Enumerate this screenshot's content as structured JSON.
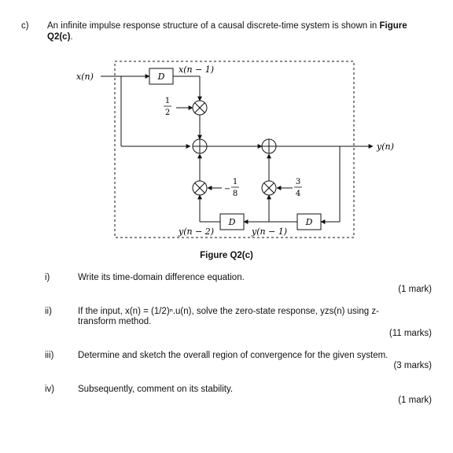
{
  "question": {
    "label": "c)",
    "text_line1_prefix": "An infinite impulse response structure of a causal discrete-time system is shown in ",
    "text_line1_bold": "Figure",
    "text_line2_bold": "Q2(c)",
    "text_line2_suffix": "."
  },
  "figure": {
    "caption": "Figure Q2(c)",
    "input_label": "x(n)",
    "output_label": "y(n)",
    "delay_label": "D",
    "x_delayed_label": "x(n − 1)",
    "y_delay1_label": "y(n − 1)",
    "y_delay2_label": "y(n − 2)",
    "coef_b1_num": "1",
    "coef_b1_den": "2",
    "coef_a2_sign": "−",
    "coef_a2_num": "1",
    "coef_a2_den": "8",
    "coef_a1_num": "3",
    "coef_a1_den": "4"
  },
  "parts": [
    {
      "label": "i)",
      "line1": "Write its time-domain difference equation.",
      "line2": "",
      "marks": "(1 mark)"
    },
    {
      "label": "ii)",
      "line1": "If the input, x(n) = (1/2)ⁿ.u(n), solve the zero-state response, yzs(n) using z-",
      "line2": "transform method.",
      "marks": "(11 marks)"
    },
    {
      "label": "iii)",
      "line1": "Determine and sketch the overall region of convergence for the given system.",
      "line2": "",
      "marks": "(3 marks)"
    },
    {
      "label": "iv)",
      "line1": "Subsequently, comment on its stability.",
      "line2": "",
      "marks": "(1 mark)"
    }
  ]
}
